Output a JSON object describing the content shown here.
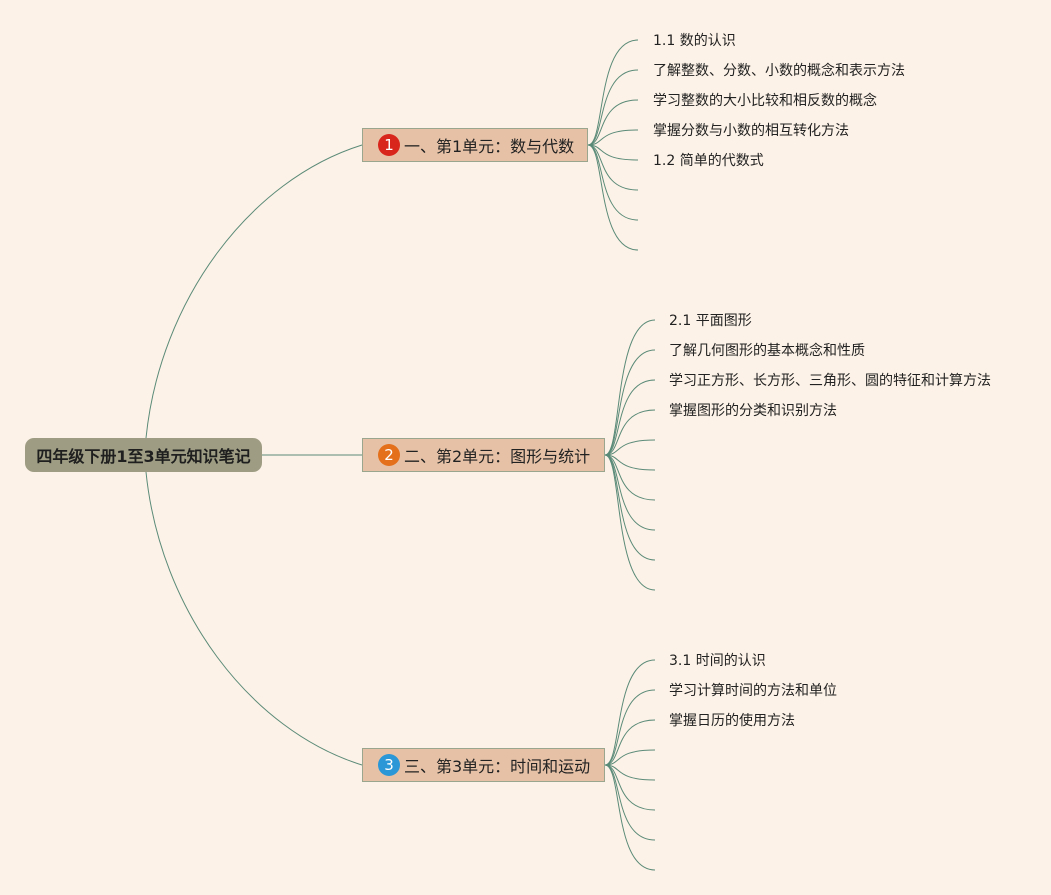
{
  "root": {
    "title": "四年级下册1至3单元知识笔记"
  },
  "units": [
    {
      "badge": "1",
      "badge_color": "#d9261c",
      "title": "一、第1单元：数与代数",
      "items": [
        "1.1 数的认识",
        "了解整数、分数、小数的概念和表示方法",
        "学习整数的大小比较和相反数的概念",
        "掌握分数与小数的相互转化方法",
        "1.2 简单的代数式"
      ]
    },
    {
      "badge": "2",
      "badge_color": "#e4701c",
      "title": "二、第2单元：图形与统计",
      "items": [
        "2.1 平面图形",
        "了解几何图形的基本概念和性质",
        "学习正方形、长方形、三角形、圆的特征和计算方法",
        "掌握图形的分类和识别方法"
      ]
    },
    {
      "badge": "3",
      "badge_color": "#2b97d6",
      "title": "三、第3单元：时间和运动",
      "items": [
        "3.1 时间的认识",
        "学习计算时间的方法和单位",
        "掌握日历的使用方法"
      ]
    }
  ],
  "colors": {
    "background": "#fdf2e7",
    "line": "#5a8a78",
    "node": "#e6c1a6",
    "root": "#9e9d83"
  }
}
